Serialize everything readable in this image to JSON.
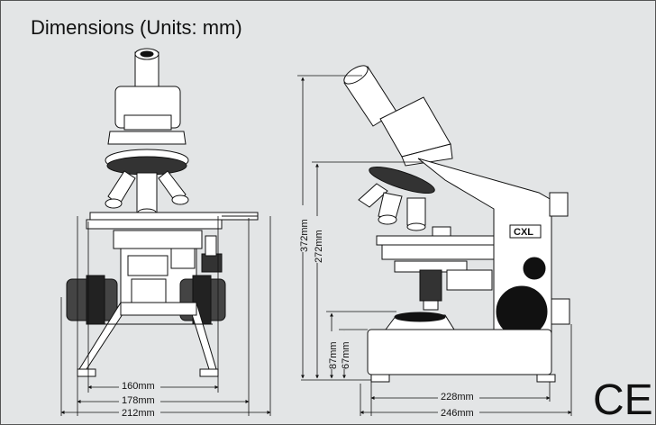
{
  "title": "Dimensions (Units: mm)",
  "front_view": {
    "width_inner": "160mm",
    "width_mid": "178mm",
    "width_outer": "212mm"
  },
  "side_view": {
    "height_total": "372mm",
    "height_arm": "272mm",
    "height_stage": "87mm",
    "height_base": "67mm",
    "depth_inner": "228mm",
    "depth_outer": "246mm",
    "brand_label": "CXL"
  },
  "certification_mark": "CE",
  "colors": {
    "background": "#e3e5e6",
    "line": "#111111",
    "body_fill": "#ffffff",
    "dark": "#111111"
  }
}
